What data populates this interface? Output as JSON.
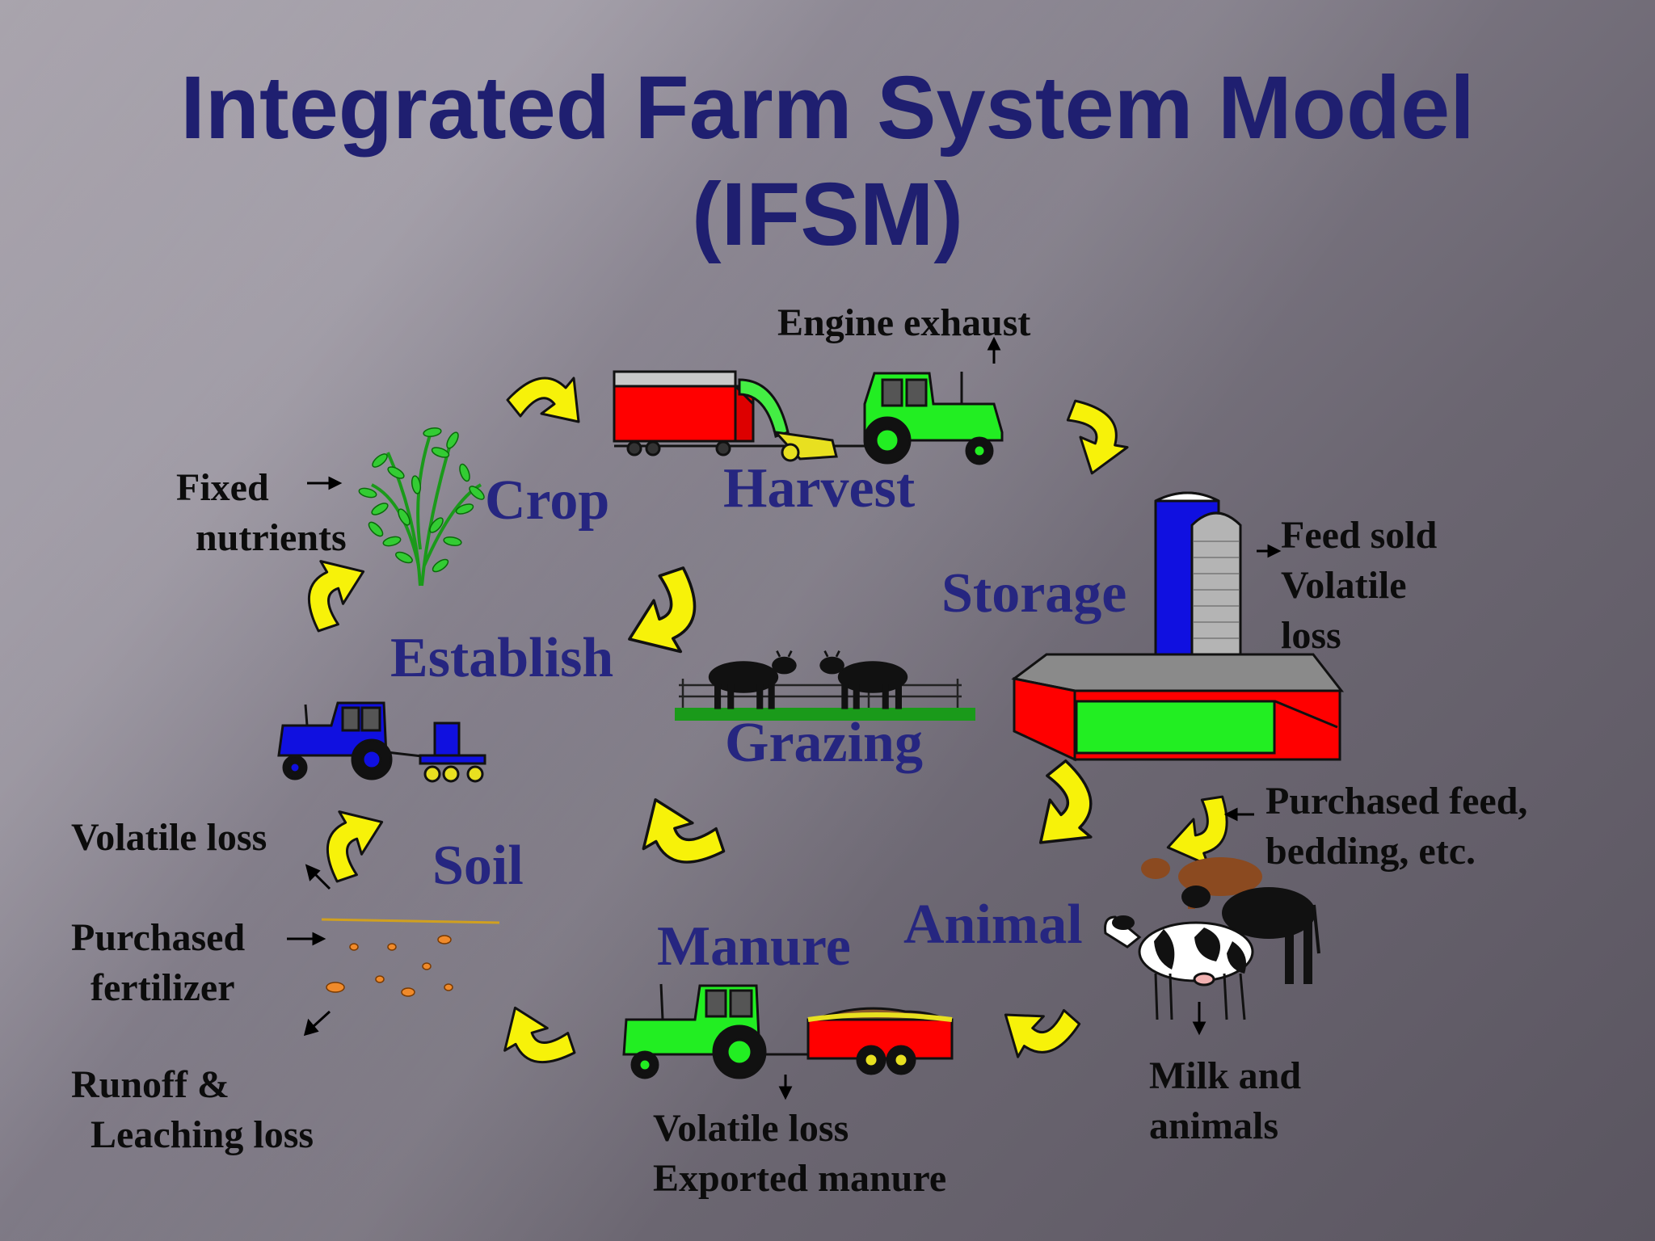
{
  "title": {
    "line1": "Integrated Farm System Model",
    "line2": "(IFSM)"
  },
  "stages": {
    "crop": "Crop",
    "harvest": "Harvest",
    "storage": "Storage",
    "grazing": "Grazing",
    "establish": "Establish",
    "soil": "Soil",
    "animal": "Animal",
    "manure": "Manure"
  },
  "notes": {
    "engine_exhaust": "Engine exhaust",
    "fixed_nutrients": "Fixed\n  nutrients",
    "feed_sold": "Feed sold\nVolatile\nloss",
    "purchased_feed": "Purchased feed,\nbedding, etc.",
    "milk_animals": "Milk and\nanimals",
    "manure_losses": "Volatile loss\nExported manure",
    "volatile_loss": "Volatile loss",
    "purchased_fertilizer": "Purchased\n  fertilizer",
    "runoff": "Runoff &\n  Leaching loss"
  },
  "icons": {
    "flow_arrows": "yellow-curved-arrow",
    "plant": "crop-plant-icon",
    "harvester": "forage-harvester-icon",
    "silo": "silo-icon",
    "barn": "storage-barn-icon",
    "grazing": "grazing-cattle-icon",
    "planter": "planter-tractor-icon",
    "cows": "dairy-cows-icon",
    "spreader": "manure-spreader-icon",
    "fertilizer": "fertilizer-granules-icon"
  },
  "colors": {
    "title": "#1f1f70",
    "stage_label": "#262680",
    "arrow_fill": "#f7f209",
    "green_tractor": "#22ee22",
    "blue_tractor": "#1010e0",
    "red": "#ff0000"
  }
}
